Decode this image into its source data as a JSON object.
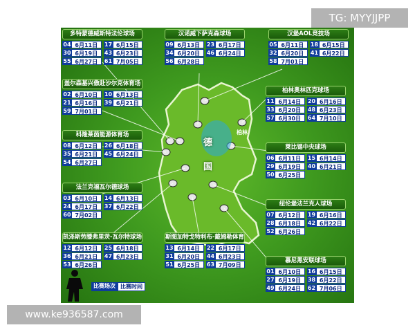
{
  "watermark_tg": "TG: MYYJJPP",
  "watermark_url": "www.ke936587.com",
  "country_label_1": "德",
  "country_label_2": "国",
  "berlin_label": "柏林",
  "legend": {
    "number": "比赛场次",
    "date": "比赛时间"
  },
  "venues": [
    {
      "name": "多特蒙德威斯特法伦球场",
      "matches": [
        {
          "no": "04",
          "date": "6月11日"
        },
        {
          "no": "17",
          "date": "6月15日"
        },
        {
          "no": "30",
          "date": "6月19日"
        },
        {
          "no": "43",
          "date": "6月23日"
        },
        {
          "no": "55",
          "date": "6月27日"
        },
        {
          "no": "61",
          "date": "7月05日"
        }
      ]
    },
    {
      "name": "汉诺威下萨克森球场",
      "matches": [
        {
          "no": "09",
          "date": "6月13日"
        },
        {
          "no": "23",
          "date": "6月17日"
        },
        {
          "no": "34",
          "date": "6月20日"
        },
        {
          "no": "46",
          "date": "6月24日"
        },
        {
          "no": "56",
          "date": "6月28日"
        }
      ]
    },
    {
      "name": "汉堡AOL竞技场",
      "matches": [
        {
          "no": "05",
          "date": "6月11日"
        },
        {
          "no": "18",
          "date": "6月15日"
        },
        {
          "no": "32",
          "date": "6月20日"
        },
        {
          "no": "41",
          "date": "6月22日"
        },
        {
          "no": "58",
          "date": "7月01日"
        }
      ]
    },
    {
      "name": "盖尔森基兴傲赴沙尔克体育场",
      "matches": [
        {
          "no": "02",
          "date": "6月10日"
        },
        {
          "no": "10",
          "date": "6月13日"
        },
        {
          "no": "21",
          "date": "6月16日"
        },
        {
          "no": "39",
          "date": "6月21日"
        },
        {
          "no": "59",
          "date": "7月01日"
        }
      ]
    },
    {
      "name": "柏林奥林匹克球场",
      "matches": [
        {
          "no": "11",
          "date": "6月14日"
        },
        {
          "no": "20",
          "date": "6月16日"
        },
        {
          "no": "33",
          "date": "6月20日"
        },
        {
          "no": "48",
          "date": "6月23日"
        },
        {
          "no": "57",
          "date": "6月30日"
        },
        {
          "no": "64",
          "date": "7月10日"
        }
      ]
    },
    {
      "name": "科隆莱茵能源体育场",
      "matches": [
        {
          "no": "08",
          "date": "6月12日"
        },
        {
          "no": "26",
          "date": "6月18日"
        },
        {
          "no": "35",
          "date": "6月21日"
        },
        {
          "no": "45",
          "date": "6月24日"
        },
        {
          "no": "54",
          "date": "6月27日"
        }
      ]
    },
    {
      "name": "莱比锡中央球场",
      "matches": [
        {
          "no": "06",
          "date": "6月11日"
        },
        {
          "no": "15",
          "date": "6月14日"
        },
        {
          "no": "29",
          "date": "6月19日"
        },
        {
          "no": "40",
          "date": "6月21日"
        },
        {
          "no": "50",
          "date": "6月25日"
        }
      ]
    },
    {
      "name": "法兰克福瓦尔德球场",
      "matches": [
        {
          "no": "03",
          "date": "6月10日"
        },
        {
          "no": "14",
          "date": "6月13日"
        },
        {
          "no": "24",
          "date": "6月17日"
        },
        {
          "no": "37",
          "date": "6月22日"
        },
        {
          "no": "60",
          "date": "7月02日"
        }
      ]
    },
    {
      "name": "纽伦堡法兰克人球场",
      "matches": [
        {
          "no": "07",
          "date": "6月12日"
        },
        {
          "no": "19",
          "date": "6月16日"
        },
        {
          "no": "28",
          "date": "6月18日"
        },
        {
          "no": "42",
          "date": "6月22日"
        },
        {
          "no": "52",
          "date": "6月26日"
        }
      ]
    },
    {
      "name": "凯泽斯劳滕弗里茨-瓦尔特球场",
      "matches": [
        {
          "no": "12",
          "date": "6月12日"
        },
        {
          "no": "25",
          "date": "6月18日"
        },
        {
          "no": "36",
          "date": "6月21日"
        },
        {
          "no": "47",
          "date": "6月23日"
        },
        {
          "no": "53",
          "date": "6月26日"
        }
      ]
    },
    {
      "name": "斯图加特戈特利布-戴姆勒体育场",
      "matches": [
        {
          "no": "13",
          "date": "6月14日"
        },
        {
          "no": "22",
          "date": "6月17日"
        },
        {
          "no": "31",
          "date": "6月20日"
        },
        {
          "no": "44",
          "date": "6月23日"
        },
        {
          "no": "51",
          "date": "6月25日"
        },
        {
          "no": "63",
          "date": "7月09日"
        }
      ]
    },
    {
      "name": "慕尼黑安联球场",
      "matches": [
        {
          "no": "01",
          "date": "6月10日"
        },
        {
          "no": "16",
          "date": "6月15日"
        },
        {
          "no": "27",
          "date": "6月19日"
        },
        {
          "no": "38",
          "date": "6月22日"
        },
        {
          "no": "49",
          "date": "6月24日"
        },
        {
          "no": "62",
          "date": "7月06日"
        }
      ]
    }
  ]
}
